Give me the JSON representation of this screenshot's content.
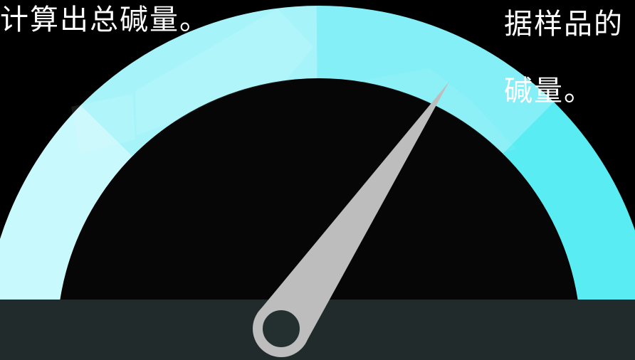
{
  "captions": {
    "left": "计算出总碱量。",
    "right_line1": "据样品的",
    "right_line2": "碱量。"
  },
  "gauge": {
    "value_fraction": 0.69,
    "arc_colors": [
      "#c8f9fd",
      "#a6f4fa",
      "#84eff6",
      "#5aecf3"
    ],
    "needle_color": "#bdbdbd",
    "hub_fill": "#243030",
    "base_color": "#222b2c",
    "background": "#000000"
  }
}
